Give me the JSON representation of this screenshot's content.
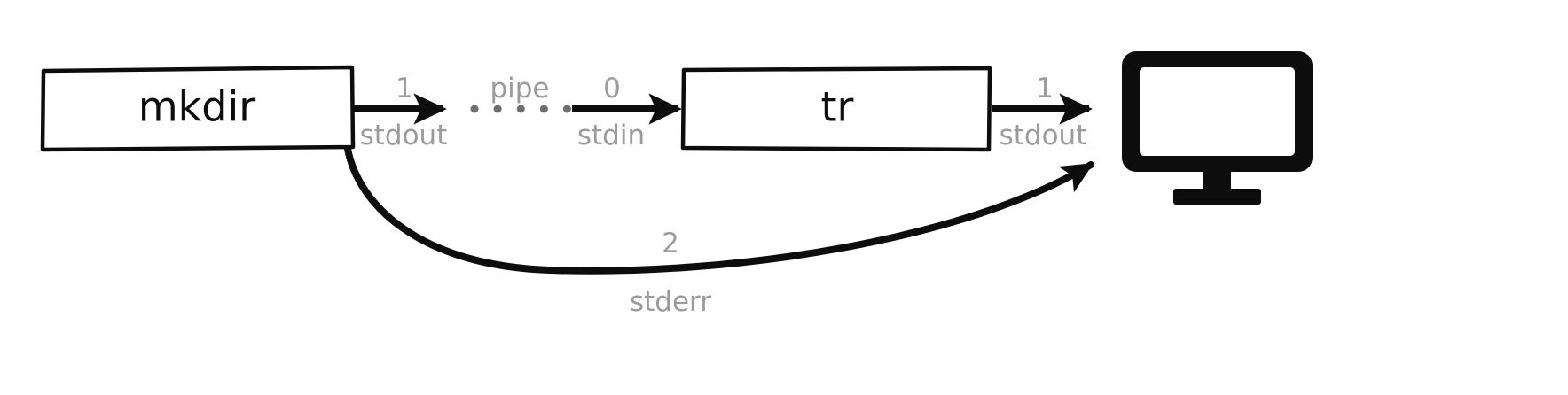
{
  "diagram": {
    "title": "shell pipeline file descriptor diagram",
    "background_color": "#ffffff",
    "ink_color": "#0d0d0d",
    "label_color": "#9b9b9b",
    "nodes": [
      {
        "id": "mkdir",
        "kind": "process-box",
        "label": "mkdir"
      },
      {
        "id": "tr",
        "kind": "process-box",
        "label": "tr"
      },
      {
        "id": "terminal",
        "kind": "monitor-icon",
        "label": "monitor-icon"
      }
    ],
    "edges": [
      {
        "id": "mkdir-stdout-to-pipe",
        "from": "mkdir",
        "to": "pipe",
        "style": "solid-arrow",
        "fd": "1",
        "stream": "stdout"
      },
      {
        "id": "pipe-connector",
        "from": "mkdir",
        "to": "tr",
        "style": "dotted",
        "label": "pipe"
      },
      {
        "id": "pipe-to-tr-stdin",
        "from": "pipe",
        "to": "tr",
        "style": "solid-arrow",
        "fd": "0",
        "stream": "stdin"
      },
      {
        "id": "tr-stdout-to-terminal",
        "from": "tr",
        "to": "terminal",
        "style": "solid-arrow",
        "fd": "1",
        "stream": "stdout"
      },
      {
        "id": "mkdir-stderr-to-terminal",
        "from": "mkdir",
        "to": "terminal",
        "style": "curved-arrow",
        "fd": "2",
        "stream": "stderr"
      }
    ]
  },
  "labels": {
    "mkdir_box": "mkdir",
    "tr_box": "tr",
    "stdout_fd_left": "1",
    "stdout_name_left": "stdout",
    "pipe": "pipe",
    "stdin_fd": "0",
    "stdin_name": "stdin",
    "stdout_fd_right": "1",
    "stdout_name_right": "stdout",
    "stderr_fd": "2",
    "stderr_name": "stderr"
  }
}
